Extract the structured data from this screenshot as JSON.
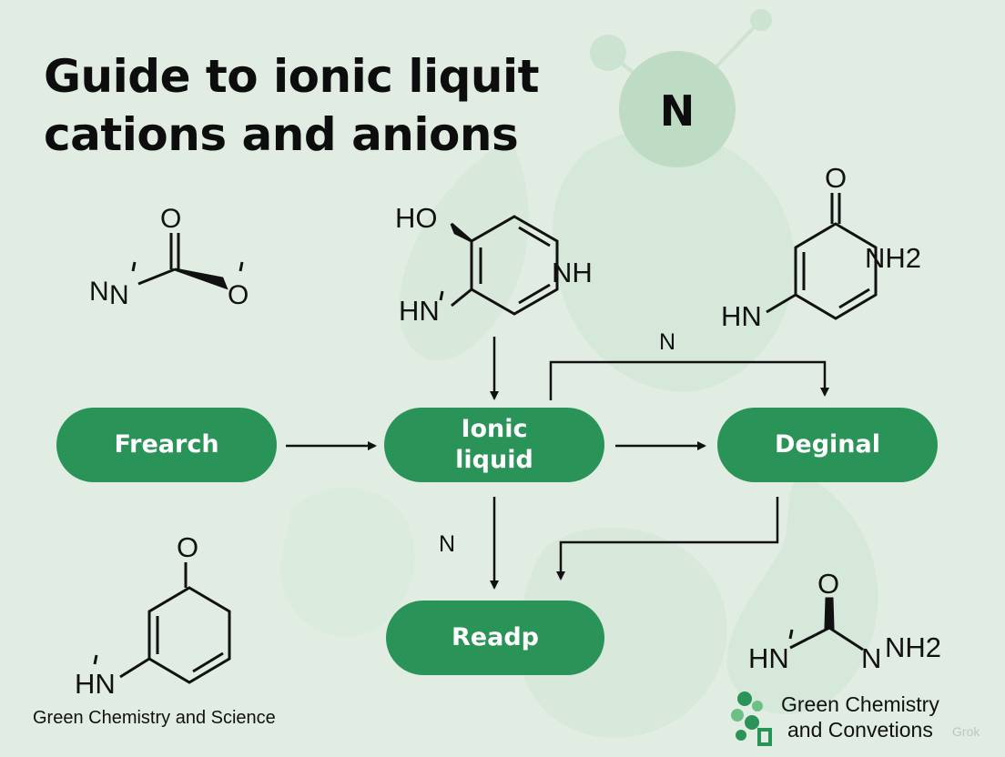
{
  "title_lines": [
    "Guide to ionic liquit",
    "cations and anions"
  ],
  "badge": {
    "label": "N"
  },
  "nodes": {
    "frearch": "Frearch",
    "ionic_line1": "Ionic",
    "ionic_line2": "liquid",
    "deginal": "Deginal",
    "readp": "Readp"
  },
  "edge_labels": {
    "top": "N",
    "left": "N"
  },
  "molecules": {
    "top_left": {
      "o_top": "O",
      "n_left": "N",
      "n_right": "N",
      "o_right": "O"
    },
    "top_center": {
      "ho": "HO",
      "nh": "NH",
      "hn": "HN"
    },
    "top_right": {
      "o": "O",
      "nh2": "NH2",
      "hn": "HN"
    },
    "bottom_left": {
      "o": "O",
      "hn": "HN"
    },
    "bottom_right": {
      "o": "O",
      "hn": "HN",
      "n": "N",
      "nh2": "NH2"
    }
  },
  "footer": {
    "left": "Green Chemistry and Science",
    "right_line1": "Green Chemistry",
    "right_line2": "and Convetions"
  },
  "watermark": "Grok",
  "colors": {
    "background": "#e1ede2",
    "node_fill": "#2a9357",
    "badge_fill": "#bddcc3",
    "text": "#0d0d0d"
  }
}
